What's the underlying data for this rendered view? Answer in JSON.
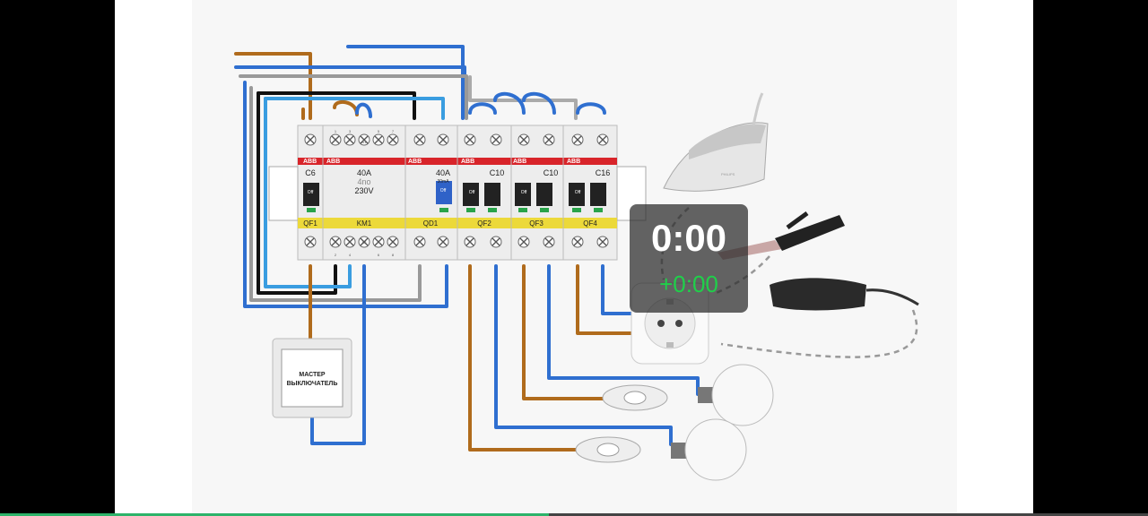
{
  "video": {
    "timer": "0:00",
    "delta": "+0:00",
    "progress_fraction": 0.478
  },
  "panel": {
    "brand": "ABB",
    "modules": [
      {
        "id": "QF1",
        "rating": "C6",
        "switch": "Off"
      },
      {
        "id": "KM1",
        "rating": "40A",
        "sub1": "4no",
        "sub2": "230V"
      },
      {
        "id": "QD1",
        "rating": "40A",
        "sub1": "30mA",
        "switch": "Off"
      },
      {
        "id": "QF2",
        "rating": "C10",
        "switch": "Off"
      },
      {
        "id": "QF3",
        "rating": "C10",
        "switch": "Off"
      },
      {
        "id": "QF4",
        "rating": "C16",
        "switch": "Off"
      }
    ],
    "km1_terminals_top": [
      "1",
      "3",
      "A1",
      "5",
      "7"
    ],
    "km1_terminals_bottom": [
      "2",
      "4",
      "A2",
      "6",
      "8"
    ]
  },
  "master_switch": {
    "line1": "МАСТЕР",
    "line2": "ВЫКЛЮЧАТЕЛЬ"
  },
  "appliances": {
    "iron_brand": "PHILIPS"
  }
}
